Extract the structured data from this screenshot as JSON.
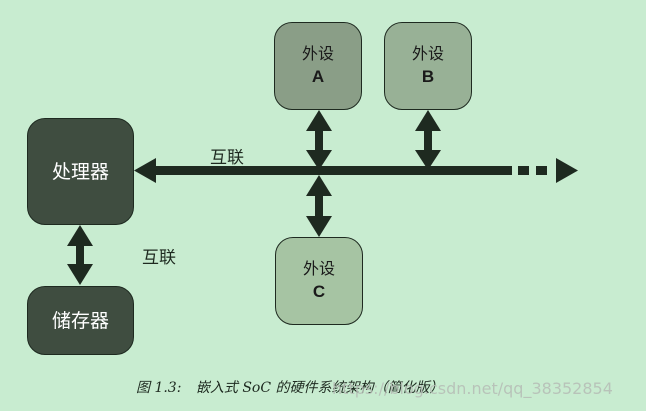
{
  "diagram": {
    "processor": {
      "label": "处理器"
    },
    "storage": {
      "label": "储存器"
    },
    "peripheral_a": {
      "label": "外设",
      "letter": "A",
      "fill": "#8a9e87"
    },
    "peripheral_b": {
      "label": "外设",
      "letter": "B",
      "fill": "#98b196"
    },
    "peripheral_c": {
      "label": "外设",
      "letter": "C",
      "fill": "#a6c4a3"
    },
    "bus_label": "互联",
    "mem_link_label": "互联"
  },
  "caption": {
    "figure": "图 1.3:",
    "text": "嵌入式 SoC 的硬件系统架构（简化版）",
    "watermark": "https://blog.csdn.net/qq_38352854"
  },
  "colors": {
    "background": "#c8ecd0",
    "dark_box": "#3f4d40",
    "arrow": "#1e2a20"
  }
}
